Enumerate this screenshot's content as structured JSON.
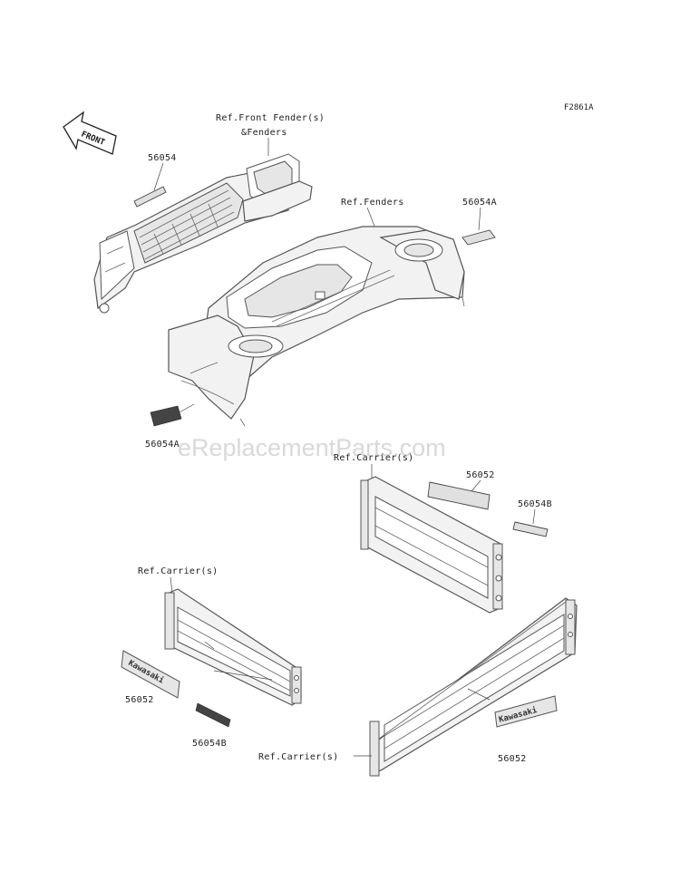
{
  "diagram_code": "F2861A",
  "watermark": "eReplacementParts.com",
  "front_arrow_label": "FRONT",
  "labels": {
    "ref_front_fender_line1": "Ref.Front Fender(s)",
    "ref_front_fender_line2": "&Fenders",
    "part_56054_top": "56054",
    "ref_fenders": "Ref.Fenders",
    "part_56054a_right": "56054A",
    "part_56054a_left": "56054A",
    "ref_carrier_top": "Ref.Carrier(s)",
    "part_56052_top": "56052",
    "part_56054b_right": "56054B",
    "ref_carrier_left": "Ref.Carrier(s)",
    "part_56052_left": "56052",
    "part_56054b_left": "56054B",
    "ref_carrier_bottom": "Ref.Carrier(s)",
    "part_56052_bottom": "56052"
  },
  "decal_text": "Kawasaki"
}
